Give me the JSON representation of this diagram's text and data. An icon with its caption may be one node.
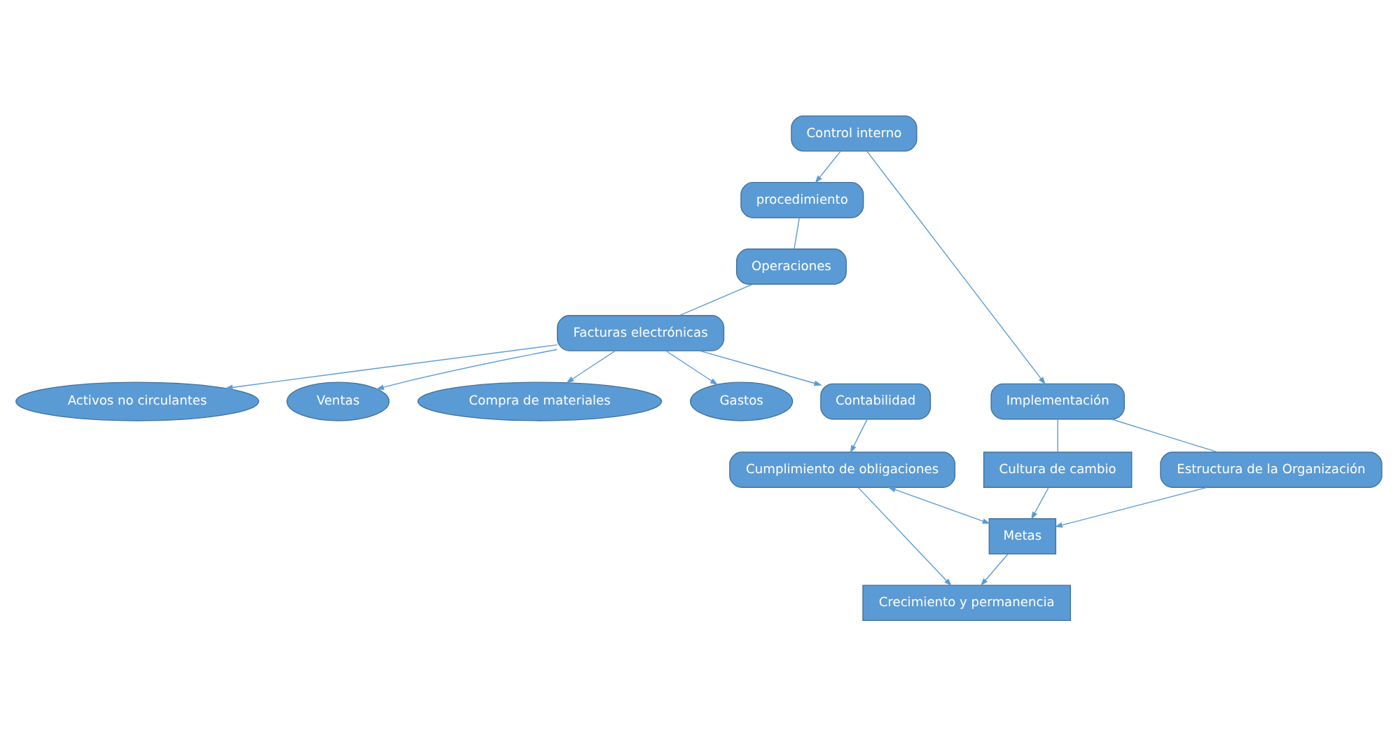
{
  "diagram": {
    "nodes": [
      {
        "text": [
          "Control interno"
        ]
      },
      {
        "text": [
          "procedimiento"
        ]
      },
      {
        "text": [
          "Implementación"
        ]
      },
      {
        "text": [
          "Operaciones"
        ]
      },
      {
        "text": [
          "Cultura de cambio"
        ]
      },
      {
        "text": [
          "Estructura de la Organización"
        ]
      },
      {
        "text": [
          "Activos no circulantes"
        ]
      },
      {
        "text": [
          "Ventas"
        ]
      },
      {
        "text": [
          "Facturas electrónicas"
        ]
      },
      {
        "text": [
          "Compra de materiales"
        ]
      },
      {
        "text": [
          "Gastos"
        ]
      },
      {
        "text": [
          "Metas"
        ]
      },
      {
        "text": [
          "Contabilidad"
        ]
      },
      {
        "text": [
          "Crecimiento y permanencia"
        ]
      },
      {
        "text": [
          "Cumplimiento de obligaciones"
        ]
      }
    ],
    "edges": [
      {
        "from": 0,
        "to": 2,
        "arrow": "to"
      },
      {
        "from": 0,
        "to": 1,
        "arrow": "to"
      },
      {
        "from": 2,
        "to": 4,
        "arrow": "none"
      },
      {
        "from": 2,
        "to": 5,
        "arrow": "none"
      },
      {
        "from": 1,
        "to": 3,
        "arrow": "none"
      },
      {
        "from": 3,
        "to": 8,
        "arrow": "none"
      },
      {
        "from": 8,
        "to": 7,
        "arrow": "to"
      },
      {
        "from": 8,
        "to": 9,
        "arrow": "to"
      },
      {
        "from": 8,
        "to": 6,
        "arrow": "to"
      },
      {
        "from": 8,
        "to": 10,
        "arrow": "to"
      },
      {
        "from": 8,
        "to": 12,
        "arrow": "to"
      },
      {
        "from": 4,
        "to": 11,
        "arrow": "to"
      },
      {
        "from": 5,
        "to": 11,
        "arrow": "to"
      },
      {
        "from": 11,
        "to": 13,
        "arrow": "to"
      },
      {
        "from": 12,
        "to": 14,
        "arrow": "to"
      },
      {
        "from": 14,
        "to": 11,
        "arrow": "both"
      },
      {
        "from": 14,
        "to": 13,
        "arrow": "to"
      }
    ]
  }
}
